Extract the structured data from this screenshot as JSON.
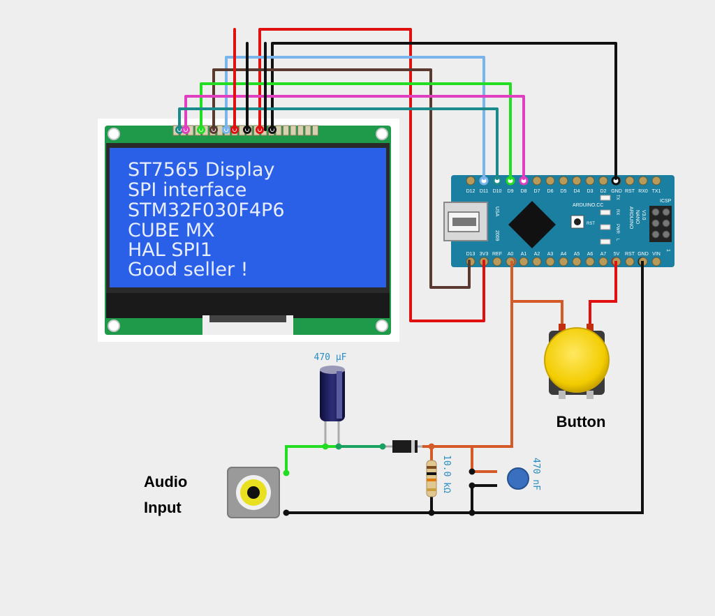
{
  "colors": {
    "background": "#eeeeee",
    "wire_red": "#e01010",
    "wire_black": "#111111",
    "wire_blue": "#7ab4ec",
    "wire_brown": "#5a3a30",
    "wire_green": "#22dd22",
    "wire_magenta": "#e040c0",
    "wire_teal": "#1a8a8a",
    "wire_orange": "#d45a28",
    "wire_dark_green": "#1aa060",
    "lcd_screen": "#2a5fe8",
    "lcd_pcb": "#1e9a4a",
    "nano_board": "#1a7fa0",
    "button_cap": "#f5d000",
    "capacitor_body": "#1c1c58",
    "ceramic_cap": "#3a6fbf"
  },
  "lcd": {
    "name": "ST7565 LCD module",
    "lines": [
      "ST7565 Display",
      "SPI interface",
      "STM32F030F4P6",
      "CUBE MX",
      "HAL SPI1",
      "Good seller !"
    ]
  },
  "arduino": {
    "top_pins": [
      "D12",
      "D11",
      "D10",
      "D9",
      "D8",
      "D7",
      "D6",
      "D5",
      "D4",
      "D3",
      "D2",
      "GND",
      "RST",
      "RX0",
      "TX1"
    ],
    "bottom_pins": [
      "D13",
      "3V3",
      "REF",
      "A0",
      "A1",
      "A2",
      "A3",
      "A4",
      "A5",
      "A6",
      "A7",
      "5V",
      "RST",
      "GND",
      "VIN"
    ],
    "usa_label": "USA",
    "year_label": "2009",
    "site_label": "ARDUINO.CC",
    "rst_label": "RST",
    "led_labels": [
      "TX",
      "RX",
      "PWR",
      "L"
    ],
    "model_label": [
      "ARDUINO",
      "NANO",
      "V3.0"
    ],
    "icsp_label": "ICSP",
    "icsp_pin1": "1"
  },
  "labels": {
    "electrolytic": "470 µF",
    "resistor": "10.0 kΩ",
    "ceramic": "470 nF",
    "button": "Button",
    "audio_line1": "Audio",
    "audio_line2": "Input"
  }
}
